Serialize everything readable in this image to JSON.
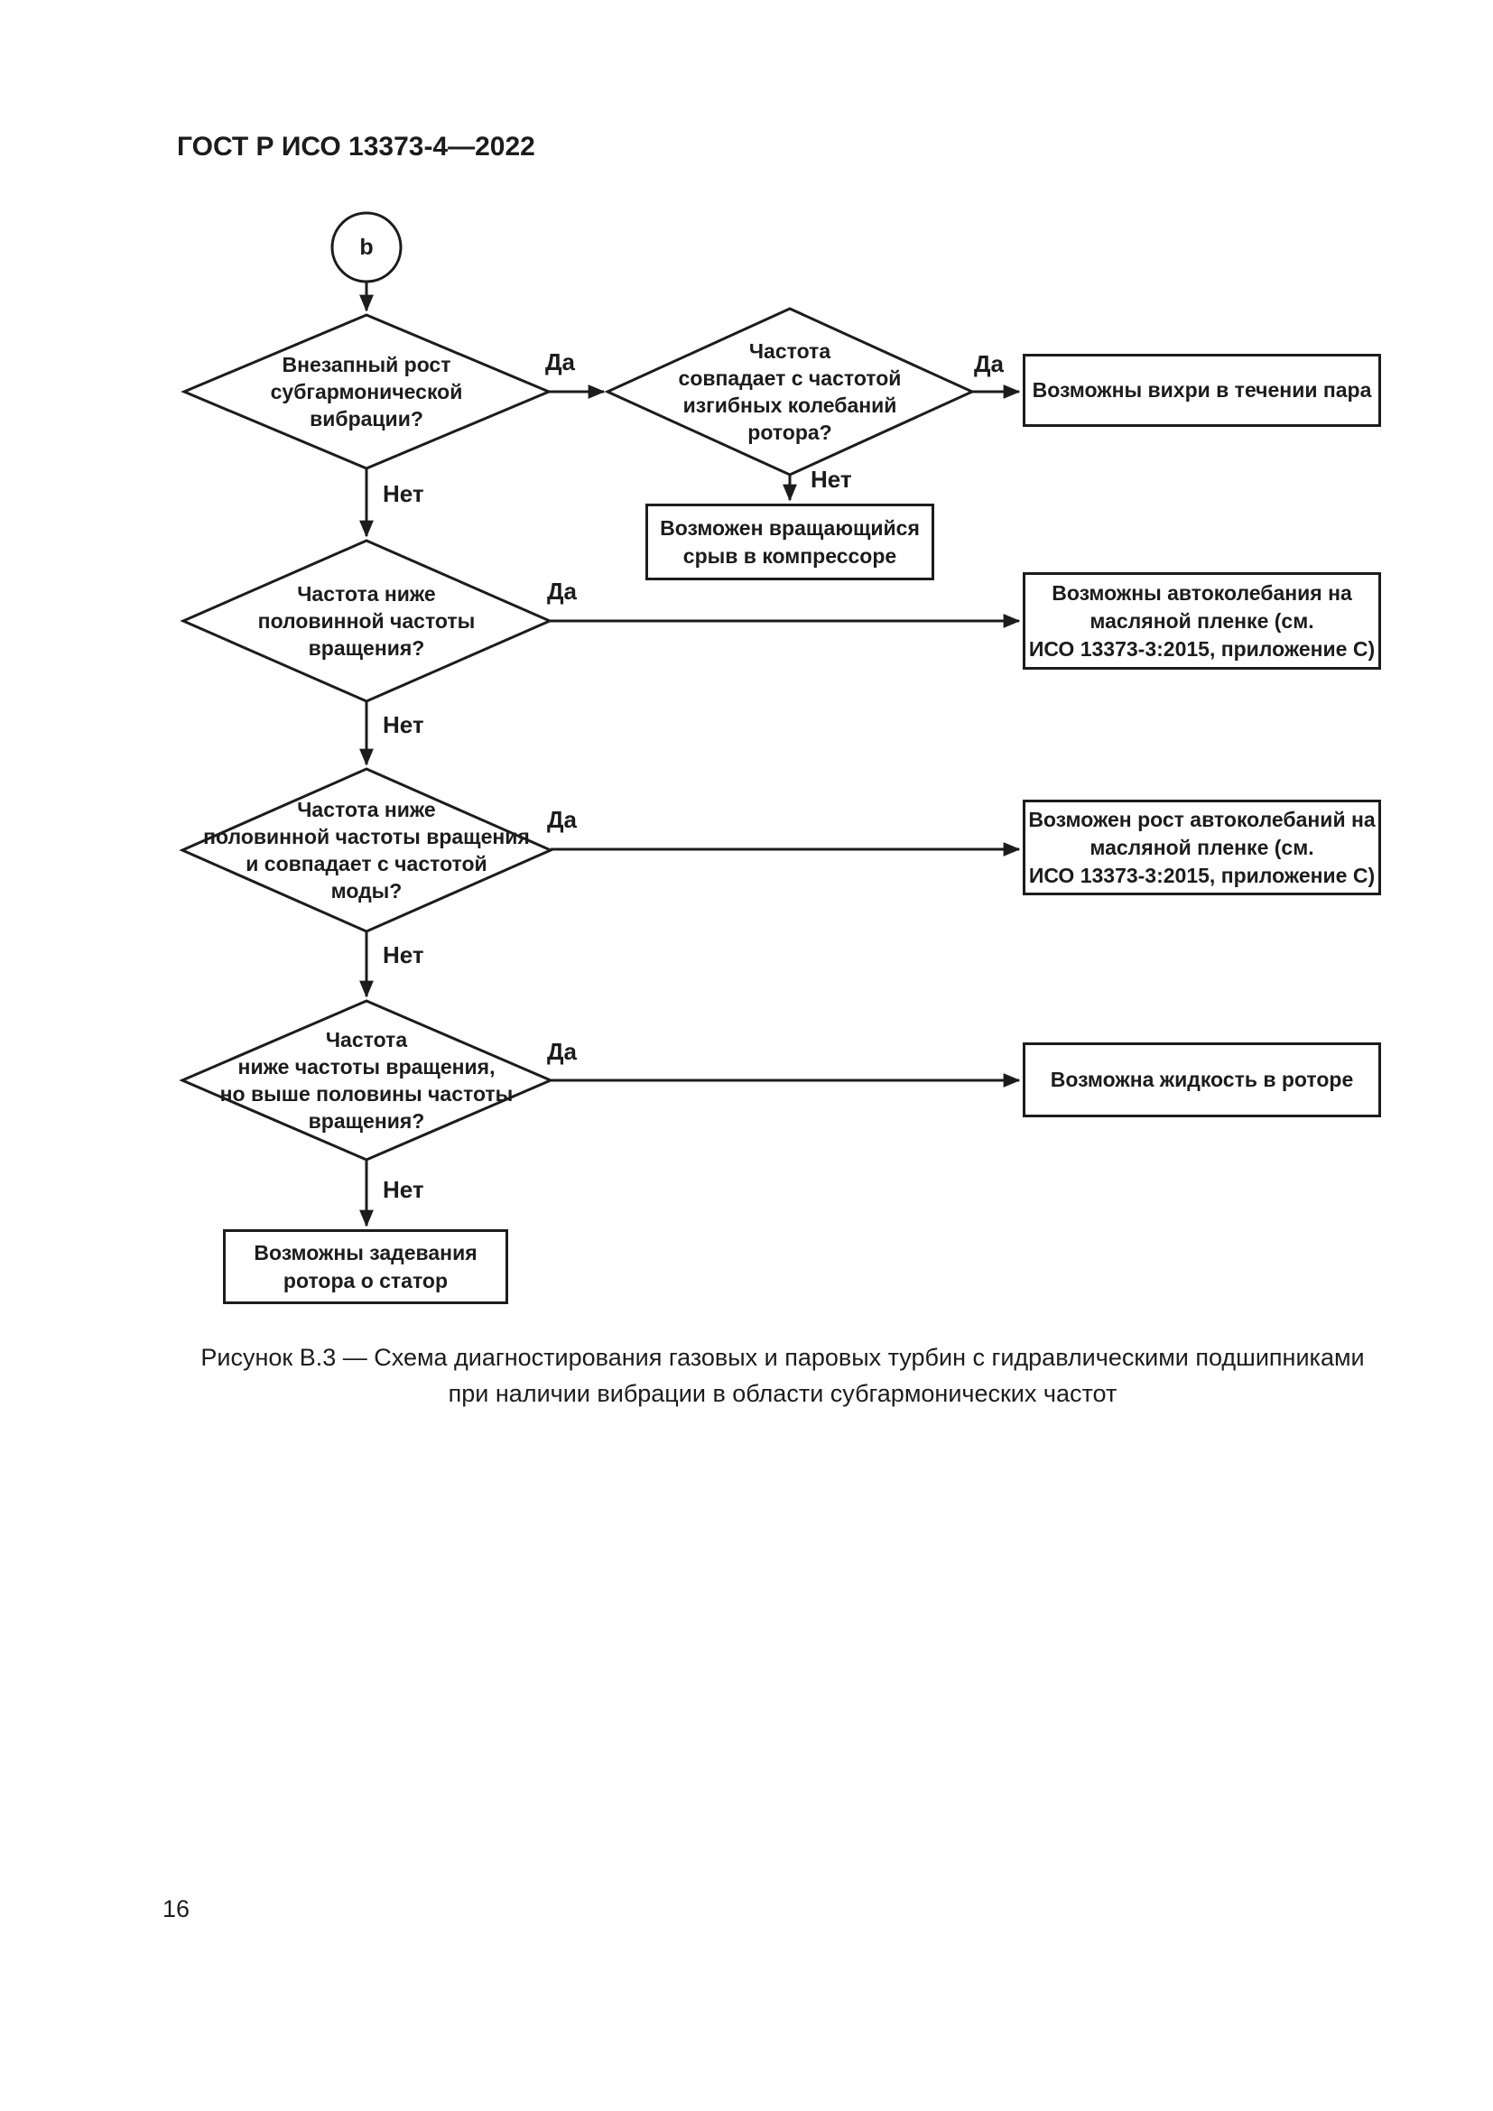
{
  "page": {
    "header": "ГОСТ Р ИСО 13373-4—2022",
    "page_number": "16",
    "caption": "Рисунок В.3 — Схема диагностирования газовых и паровых турбин с гидравлическими подшипниками\nпри наличии вибрации в области субгармонических частот"
  },
  "flowchart": {
    "connector_label": "b",
    "yes": "Да",
    "no": "Нет",
    "decisions": [
      {
        "text": "Внезапный рост\nсубгармонической\nвибрации?"
      },
      {
        "text": "Частота\nсовпадает с частотой\nизгибных колебаний\nротора?"
      },
      {
        "text": "Частота ниже\nполовинной частоты\nвращения?"
      },
      {
        "text": "Частота ниже\nполовинной частоты вращения\nи совпадает с частотой\nмоды?"
      },
      {
        "text": "Частота\nниже частоты вращения,\nно выше половины частоты\nвращения?"
      }
    ],
    "outcomes": [
      {
        "text": "Возможны вихри в течении пара"
      },
      {
        "text": "Возможен вращающийся\nсрыв в компрессоре"
      },
      {
        "text": "Возможны  автоколебания на\nмасляной пленке (см.\nИСО 13373-3:2015, приложение С)"
      },
      {
        "text": "Возможен рост автоколебаний на\nмасляной пленке (см.\nИСО 13373-3:2015, приложение С)"
      },
      {
        "text": "Возможна жидкость в роторе"
      },
      {
        "text": "Возможны задевания\nротора о статор"
      }
    ]
  }
}
